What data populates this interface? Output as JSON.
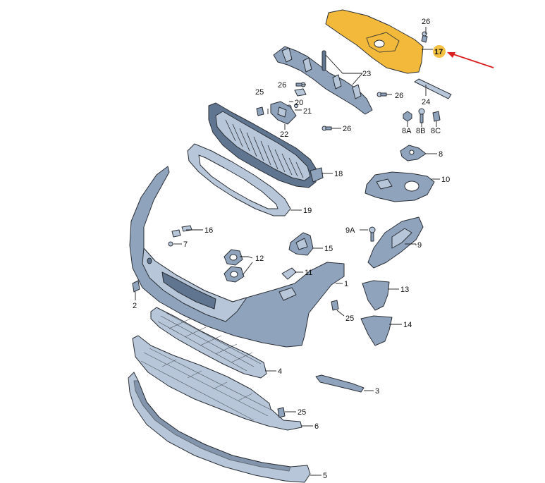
{
  "colors": {
    "part_fill": "#8fa3bd",
    "part_fill_light": "#b7c6d8",
    "part_fill_dark": "#5f7590",
    "highlight_part": "#f2b93b",
    "highlight_badge": "#f5c142",
    "arrow": "#d81e1e"
  },
  "labels": {
    "l1": "1",
    "l2": "2",
    "l3": "3",
    "l4": "4",
    "l5": "5",
    "l6": "6",
    "l7": "7",
    "l8": "8",
    "l8a": "8A",
    "l8b": "8B",
    "l8c": "8C",
    "l9": "9",
    "l9a": "9A",
    "l10": "10",
    "l11": "11",
    "l12": "12",
    "l13": "13",
    "l14": "14",
    "l15": "15",
    "l16": "16",
    "l17": "17",
    "l18": "18",
    "l19": "19",
    "l20": "20",
    "l21": "21",
    "l22": "22",
    "l23": "23",
    "l24": "24",
    "l25a": "25",
    "l25b": "25",
    "l25c": "25",
    "l26a": "26",
    "l26b": "26",
    "l26c": "26",
    "l26d": "26"
  }
}
